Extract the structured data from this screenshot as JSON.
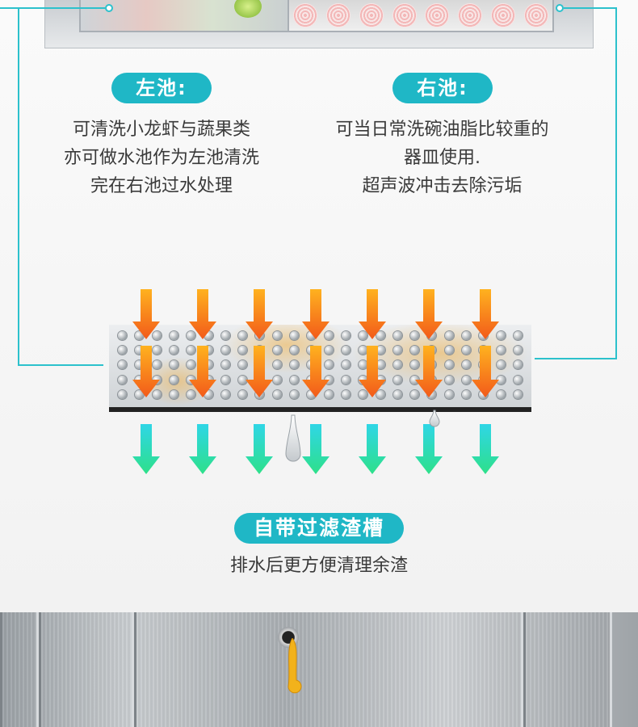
{
  "left_pool": {
    "badge": "左池:",
    "lines": [
      "可清洗小龙虾与蔬果类",
      "亦可做水池作为左池清洗",
      "完在右池过水处理"
    ]
  },
  "right_pool": {
    "badge": "右池:",
    "lines": [
      "可当日常洗碗油脂比较重的",
      "器皿使用.",
      "超声波冲击去除污垢"
    ]
  },
  "filter": {
    "badge": "自带过滤渣槽",
    "caption": "排水后更方便清理余渣"
  },
  "colors": {
    "accent": "#1fb7c6",
    "line": "#2cc1cc",
    "arrow_orange": "#f47a1f",
    "arrow_teal": "#22d1c0",
    "oil": "#f2b21b"
  },
  "icons": {
    "down_arrow_in": "orange-down-arrow-icon",
    "down_arrow_out": "teal-down-arrow-icon",
    "drop": "water-drop-icon"
  }
}
